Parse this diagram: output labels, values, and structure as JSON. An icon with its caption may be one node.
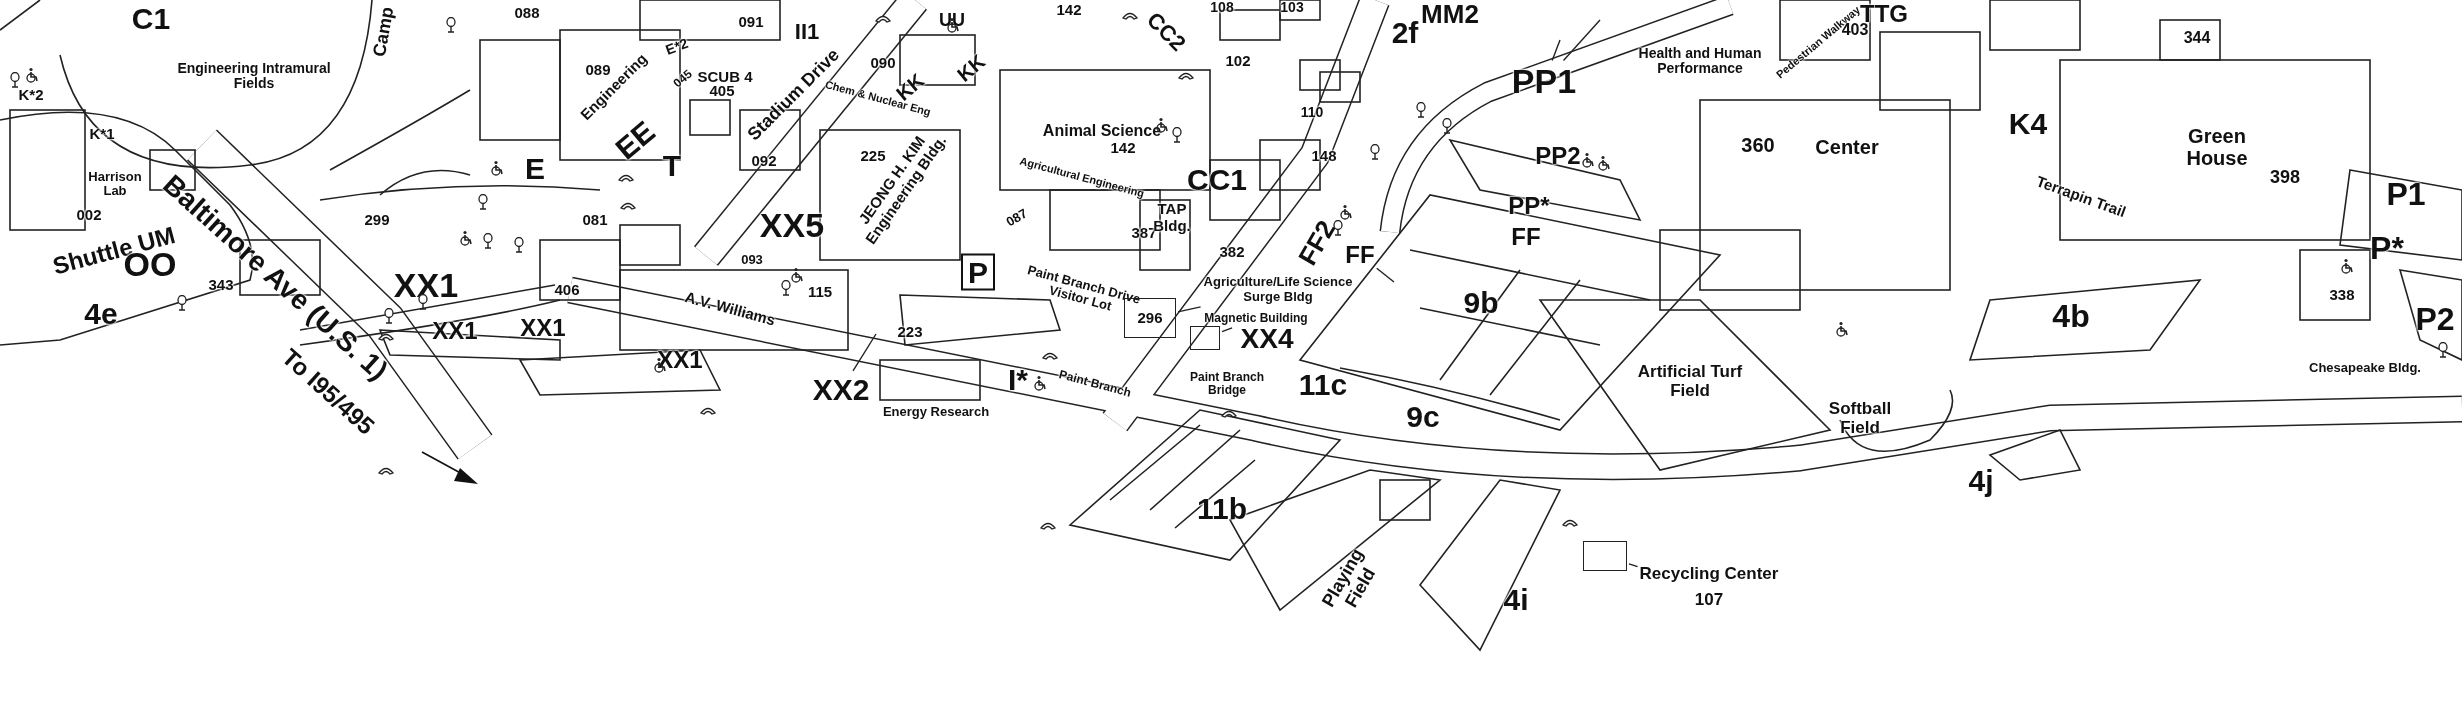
{
  "diagram": {
    "nodes": [
      {
        "text": [
          "Agriculture/Life Science Surge Bldg"
        ]
      },
      {
        "text": [
          "296"
        ]
      },
      {
        "text": [
          "Magnetic Building"
        ]
      },
      {
        "text": [],
        "shape": "box"
      },
      {
        "text": [
          "Recycling Center",
          "107"
        ]
      },
      {
        "text": [],
        "shape": "box"
      },
      {
        "text": [
          "XX2"
        ]
      },
      {
        "text": [
          "FF"
        ]
      },
      {
        "text": [
          "PP1"
        ]
      }
    ],
    "edges": [
      {
        "from": 0,
        "to": 1,
        "arrow": "none"
      },
      {
        "from": 2,
        "to": 3,
        "arrow": "none"
      },
      {
        "from": 4,
        "to": 5,
        "arrow": "none"
      },
      {
        "from": 6,
        "to": null,
        "arrow": "none"
      },
      {
        "from": 7,
        "to": null,
        "arrow": "none"
      },
      {
        "from": 8,
        "to": null,
        "arrow": "none"
      },
      {
        "from": 8,
        "to": null,
        "arrow": "none"
      }
    ],
    "labels": [
      "C1",
      "Camp",
      "088",
      "091",
      "II1",
      "UU",
      "142",
      "CC2",
      "108",
      "103",
      "2f",
      "MM2",
      "Pedestrian Walkway",
      "403",
      "TTG",
      "344",
      "K*2",
      "Engineering Intramural Fields",
      "089",
      "Engineering",
      "E*2",
      "045",
      "SCUB 4",
      "405",
      "Stadium Drive",
      "Chem & Nuclear Eng",
      "090",
      "KK",
      "KK",
      "102",
      "Health and Human Performance",
      "K*1",
      "EE",
      "Animal Science",
      "142",
      "110",
      "360",
      "Center",
      "K4",
      "Green House",
      "Harrison Lab",
      "E",
      "T",
      "092",
      "225",
      "JEONG H. KIM Engineering Bldg.",
      "Agricultural Engineering",
      "CC1",
      "148",
      "PP2",
      "Terrapin Trail",
      "398",
      "P1",
      "002",
      "Shuttle UM",
      "299",
      "081",
      "093",
      "XX5",
      "087",
      "387",
      "TAP Bldg.",
      "382",
      "FF2",
      "PP*",
      "FF",
      "P*",
      "OO",
      "343",
      "Baltimore Ave (U.S. 1)",
      "XX1",
      "406",
      "115",
      "P",
      "Paint Branch Drive Visitor Lot",
      "338",
      "4e",
      "XX1",
      "XX1",
      "A.V. Williams",
      "223",
      "XX4",
      "9b",
      "4b",
      "P2",
      "To I95/495",
      "XX1",
      "I*",
      "Paint Branch",
      "Paint Branch Bridge",
      "11c",
      "Artificial Turf Field",
      "Chesapeake Bldg.",
      "Energy Research",
      "9c",
      "Softball Field",
      "11b",
      "4j",
      "Playing Field",
      "4i"
    ]
  }
}
